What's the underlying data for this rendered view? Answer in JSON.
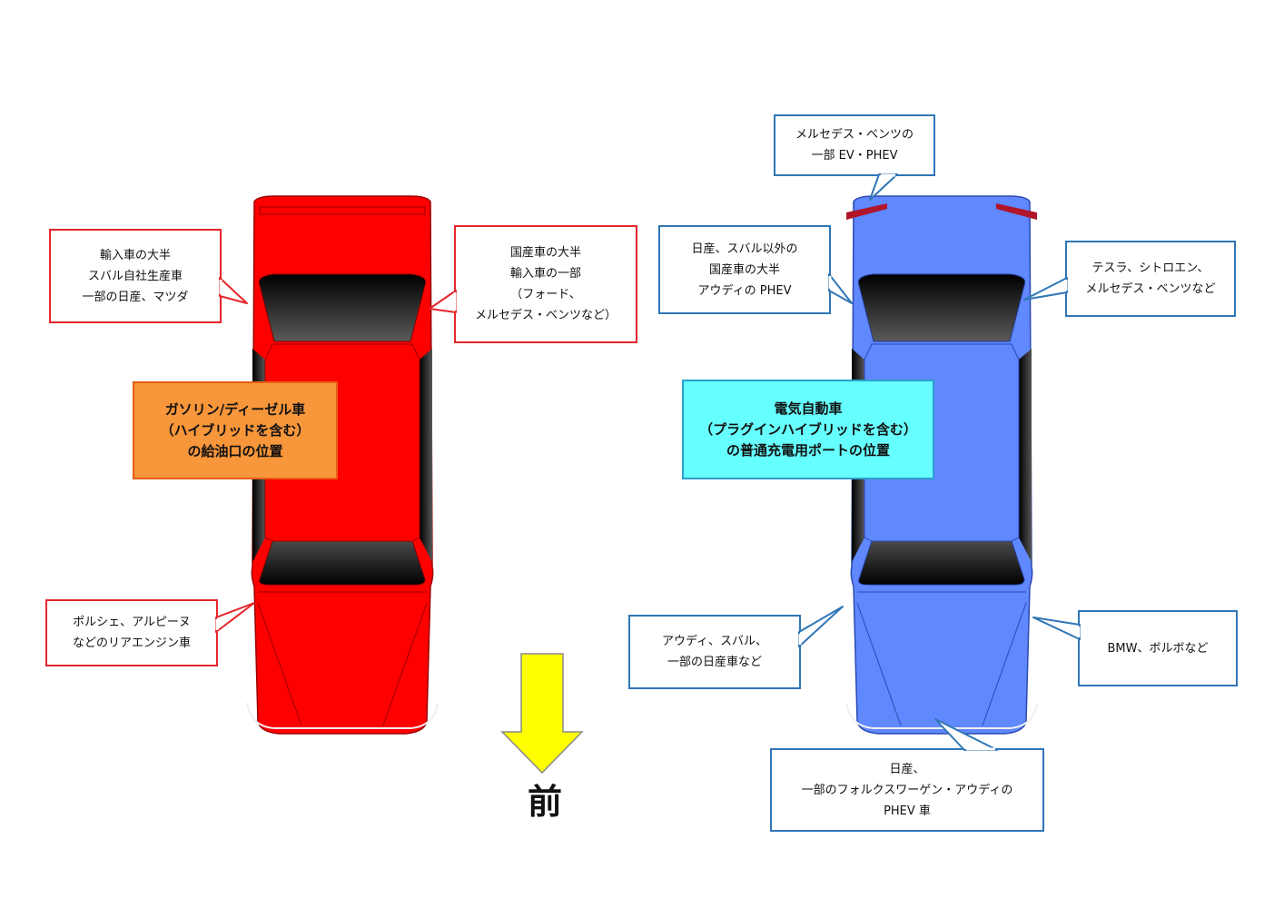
{
  "colors": {
    "gas_car": "#ff0000",
    "ev_car": "#6088ff",
    "gas_callout_border": "#e5262b",
    "ev_callout_border": "#2f76b6",
    "gas_label_bg": "#f7963a",
    "ev_label_bg": "#66ffff",
    "front_arrow": "#ffff00"
  },
  "gas_label": {
    "lines": [
      "ガソリン/ディーゼル車",
      "（ハイブリッドを含む）",
      "の給油口の位置"
    ]
  },
  "ev_label": {
    "lines": [
      "電気自動車",
      "（プラグインハイブリッドを含む）",
      "の普通充電用ポートの位置"
    ]
  },
  "gas_callouts": {
    "rear_left": {
      "lines": [
        "輸入車の大半",
        "スバル自社生産車",
        "一部の日産、マツダ"
      ]
    },
    "rear_right": {
      "lines": [
        "国産車の大半",
        "輸入車の一部",
        "（フォード、",
        "メルセデス・ベンツなど）"
      ]
    },
    "front_left": {
      "lines": [
        "ポルシェ、アルピーヌ",
        "などのリアエンジン車"
      ]
    }
  },
  "ev_callouts": {
    "rear_bumper": {
      "lines": [
        "メルセデス・ベンツの",
        "一部 EV・PHEV"
      ]
    },
    "rear_left": {
      "lines": [
        "日産、スバル以外の",
        "国産車の大半",
        "アウディの PHEV"
      ]
    },
    "rear_right": {
      "lines": [
        "テスラ、シトロエン、",
        "メルセデス・ベンツなど"
      ]
    },
    "front_left": {
      "lines": [
        "アウディ、スバル、",
        "一部の日産車など"
      ]
    },
    "front_right": {
      "lines": [
        "BMW、ボルボなど"
      ]
    },
    "front_center": {
      "lines": [
        "日産、",
        "一部のフォルクスワーゲン・アウディの",
        "PHEV 車"
      ]
    }
  },
  "front_indicator": {
    "label": "前",
    "icon": "down-arrow-icon"
  }
}
